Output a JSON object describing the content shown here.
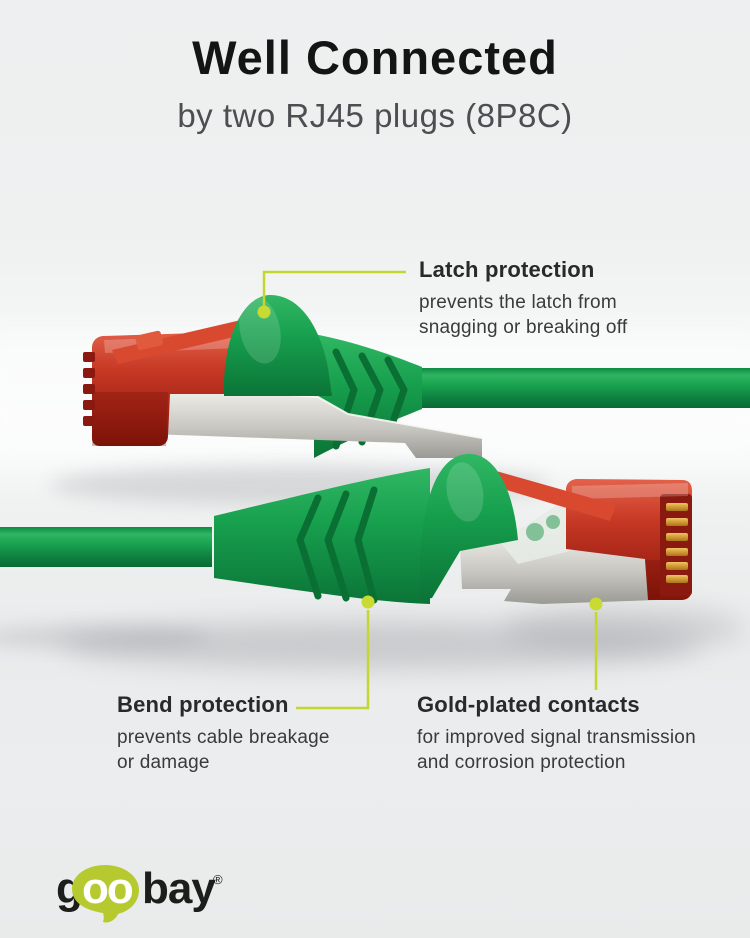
{
  "header": {
    "title": "Well Connected",
    "subtitle": "by two RJ45 plugs (8P8C)"
  },
  "callouts": {
    "latch": {
      "heading": "Latch protection",
      "lines": [
        "prevents the latch from",
        "snagging or breaking off"
      ]
    },
    "bend": {
      "heading": "Bend protection",
      "lines": [
        "prevents cable breakage",
        "or damage"
      ]
    },
    "gold": {
      "heading": "Gold-plated contacts",
      "lines": [
        "for improved signal transmission",
        "and corrosion protection"
      ]
    }
  },
  "logo": {
    "g": "g",
    "oo": "oo",
    "bay": "bay",
    "registered": "®"
  },
  "colors": {
    "accent_callout": "#c5d631",
    "cable_green": "#17a04e",
    "plug_red": "#c63824",
    "shield_silver": "#c6c5c0",
    "gold_contact": "#d49a33",
    "logo_green": "#b6ca2f",
    "title_text": "#141414",
    "subtitle_text": "#4c4f52",
    "heading_text": "#29292b",
    "body_text": "#3a3a3c",
    "background": "#eef0f1"
  }
}
